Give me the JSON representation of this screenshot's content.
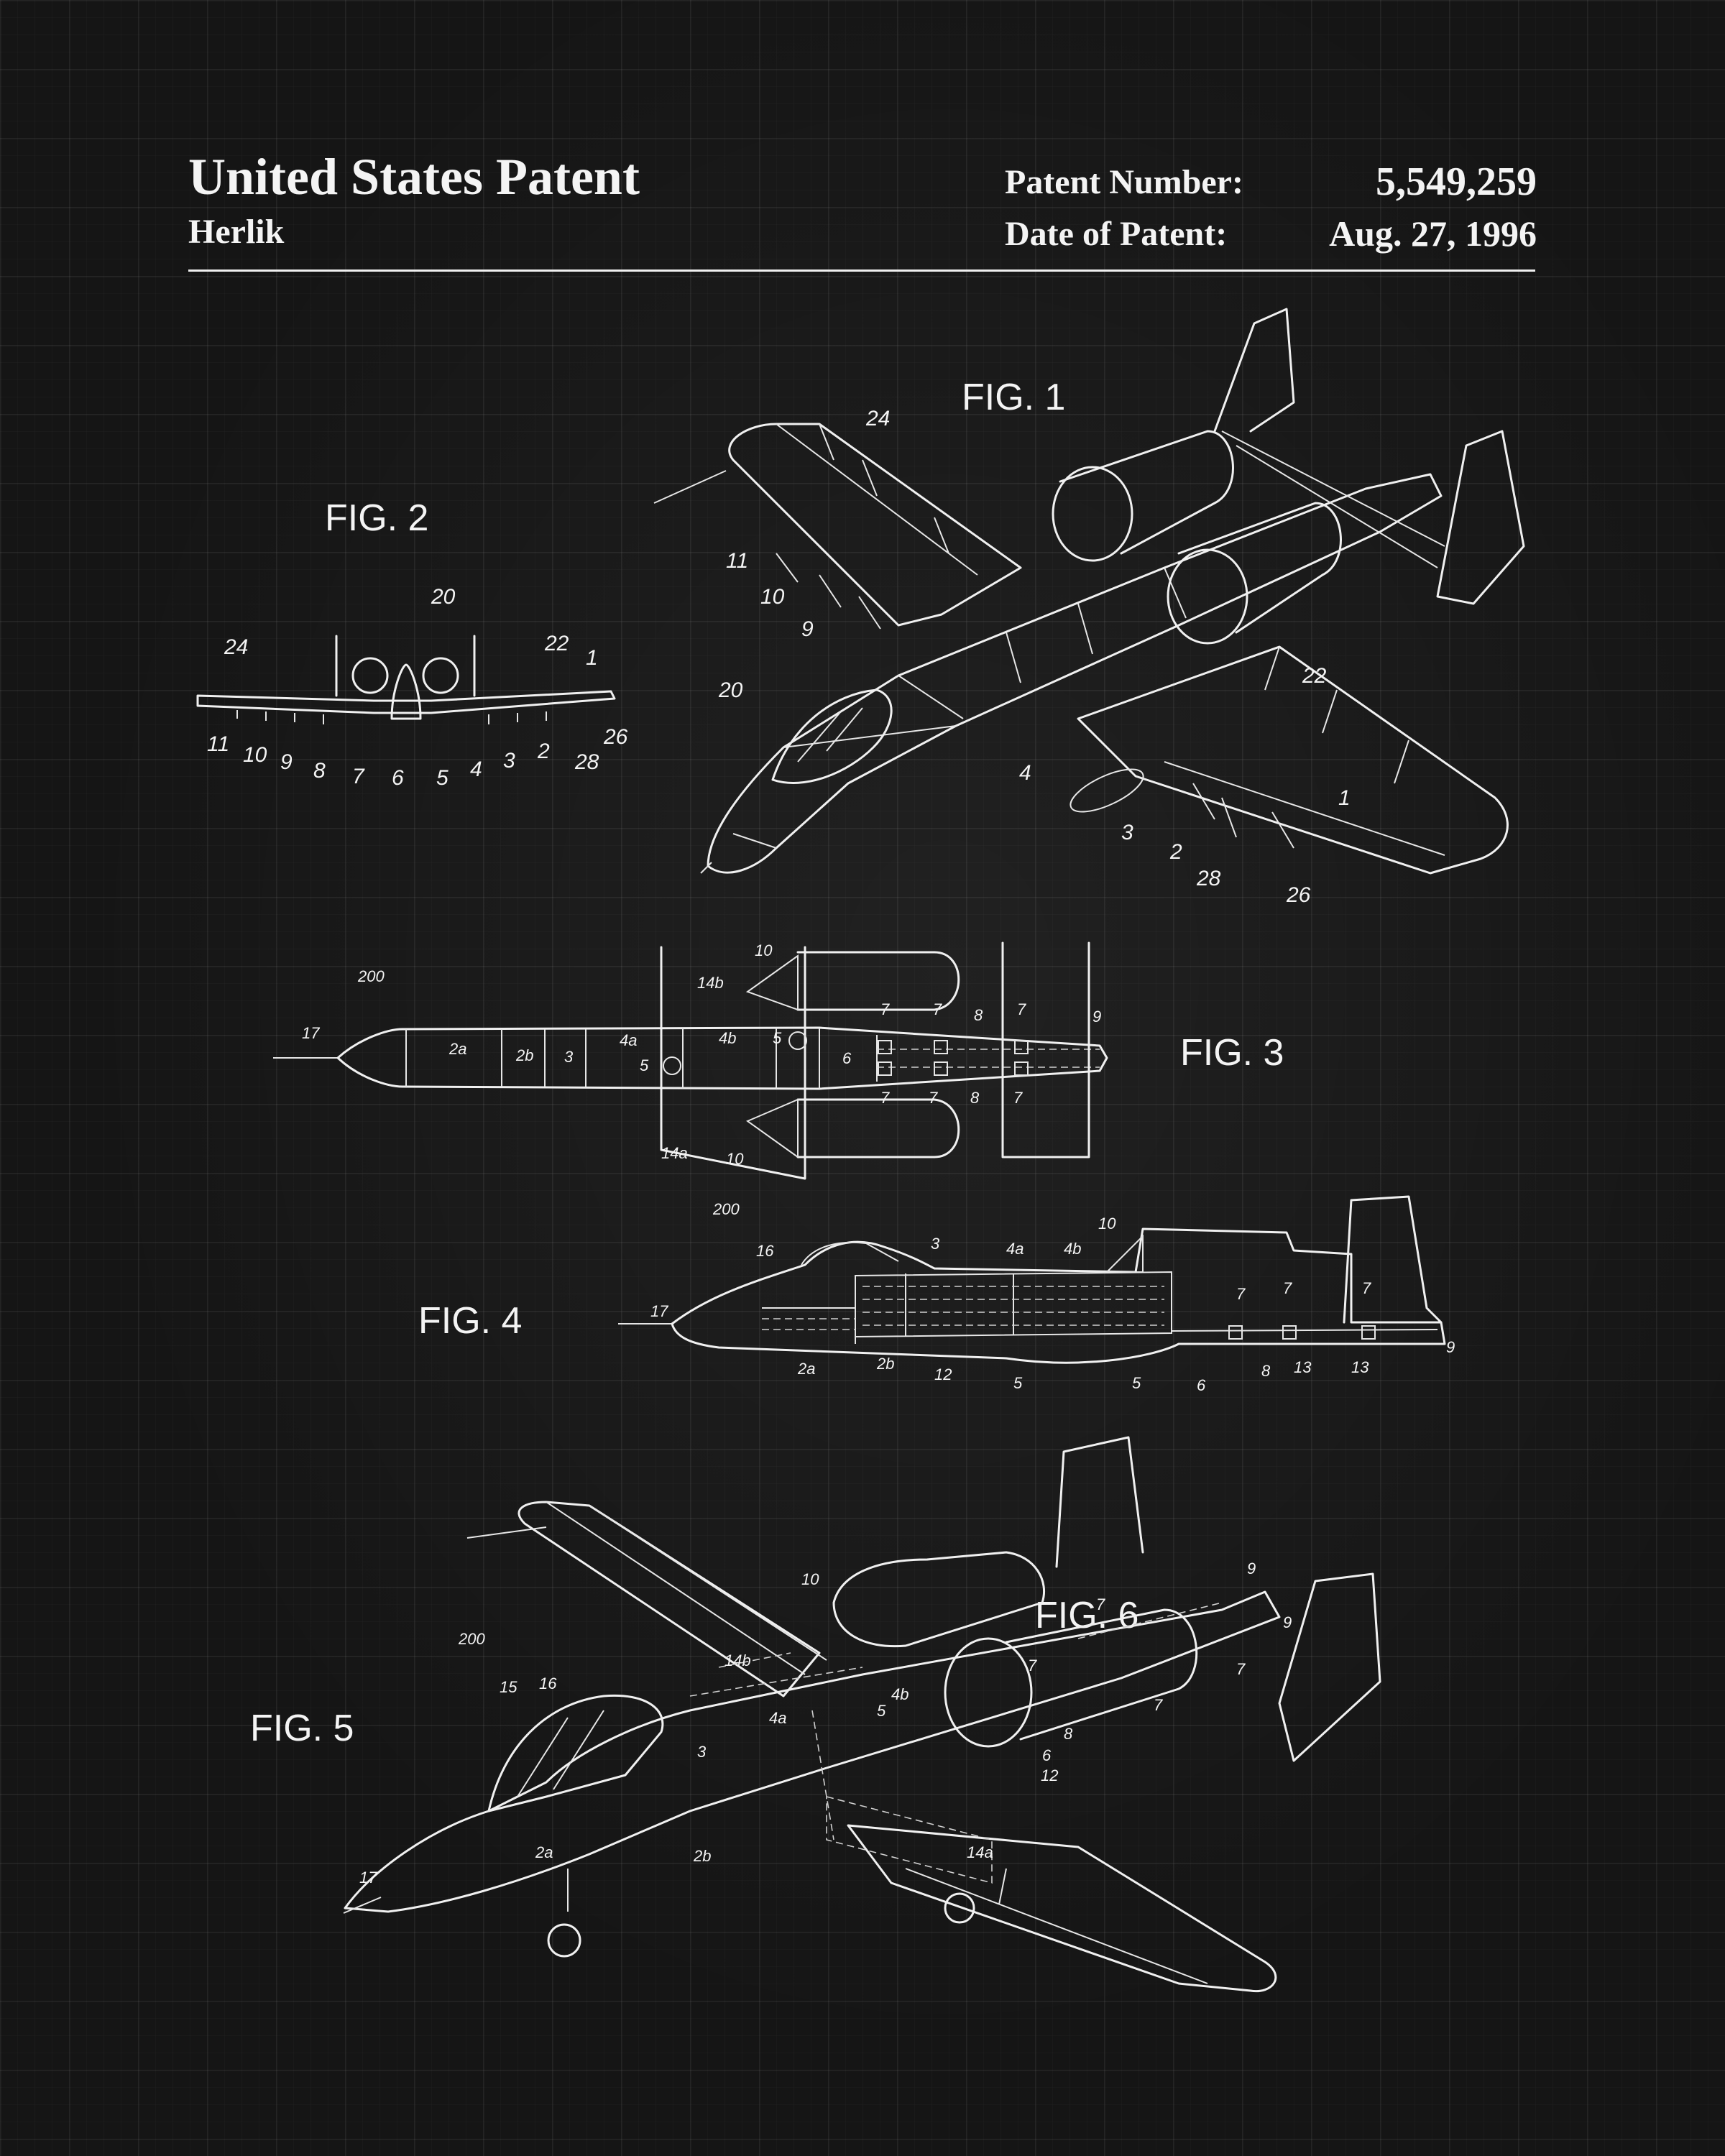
{
  "header": {
    "title": "United States Patent",
    "inventor": "Herlik",
    "patent_number_label": "Patent Number:",
    "patent_number": "5,549,259",
    "date_label": "Date of Patent:",
    "date": "Aug. 27, 1996"
  },
  "figures": {
    "fig1": {
      "label": "FIG. 1",
      "refs": [
        "24",
        "11",
        "10",
        "9",
        "20",
        "4",
        "3",
        "2",
        "22",
        "1",
        "28",
        "26"
      ]
    },
    "fig2": {
      "label": "FIG. 2",
      "refs": [
        "20",
        "24",
        "22",
        "1",
        "26",
        "28",
        "11",
        "10",
        "9",
        "8",
        "7",
        "6",
        "5",
        "4",
        "3",
        "2"
      ]
    },
    "fig3": {
      "label": "FIG. 3",
      "refs": [
        "200",
        "17",
        "2a",
        "2b",
        "3",
        "4a",
        "5",
        "4b",
        "5",
        "6",
        "14b",
        "10",
        "7",
        "7",
        "8",
        "7",
        "9",
        "14a",
        "10",
        "7",
        "7",
        "8",
        "7"
      ]
    },
    "fig4": {
      "label": "FIG. 4",
      "refs": [
        "200",
        "16",
        "3",
        "4a",
        "4b",
        "10",
        "17",
        "2a",
        "2b",
        "12",
        "5",
        "5",
        "6",
        "7",
        "7",
        "7",
        "8",
        "13",
        "13",
        "9"
      ]
    },
    "fig5": {
      "label": "FIG. 5",
      "refs": [
        "200",
        "15",
        "16",
        "17",
        "2a",
        "2b",
        "3",
        "14b",
        "4a",
        "4b",
        "5",
        "10",
        "12",
        "6",
        "8",
        "7",
        "7",
        "7",
        "7",
        "9",
        "9",
        "14a"
      ]
    },
    "fig6": {
      "label": "FIG. 6"
    }
  },
  "colors": {
    "background": "#151515",
    "ink": "#f0f0f0",
    "grid": "#2a2a2a"
  }
}
